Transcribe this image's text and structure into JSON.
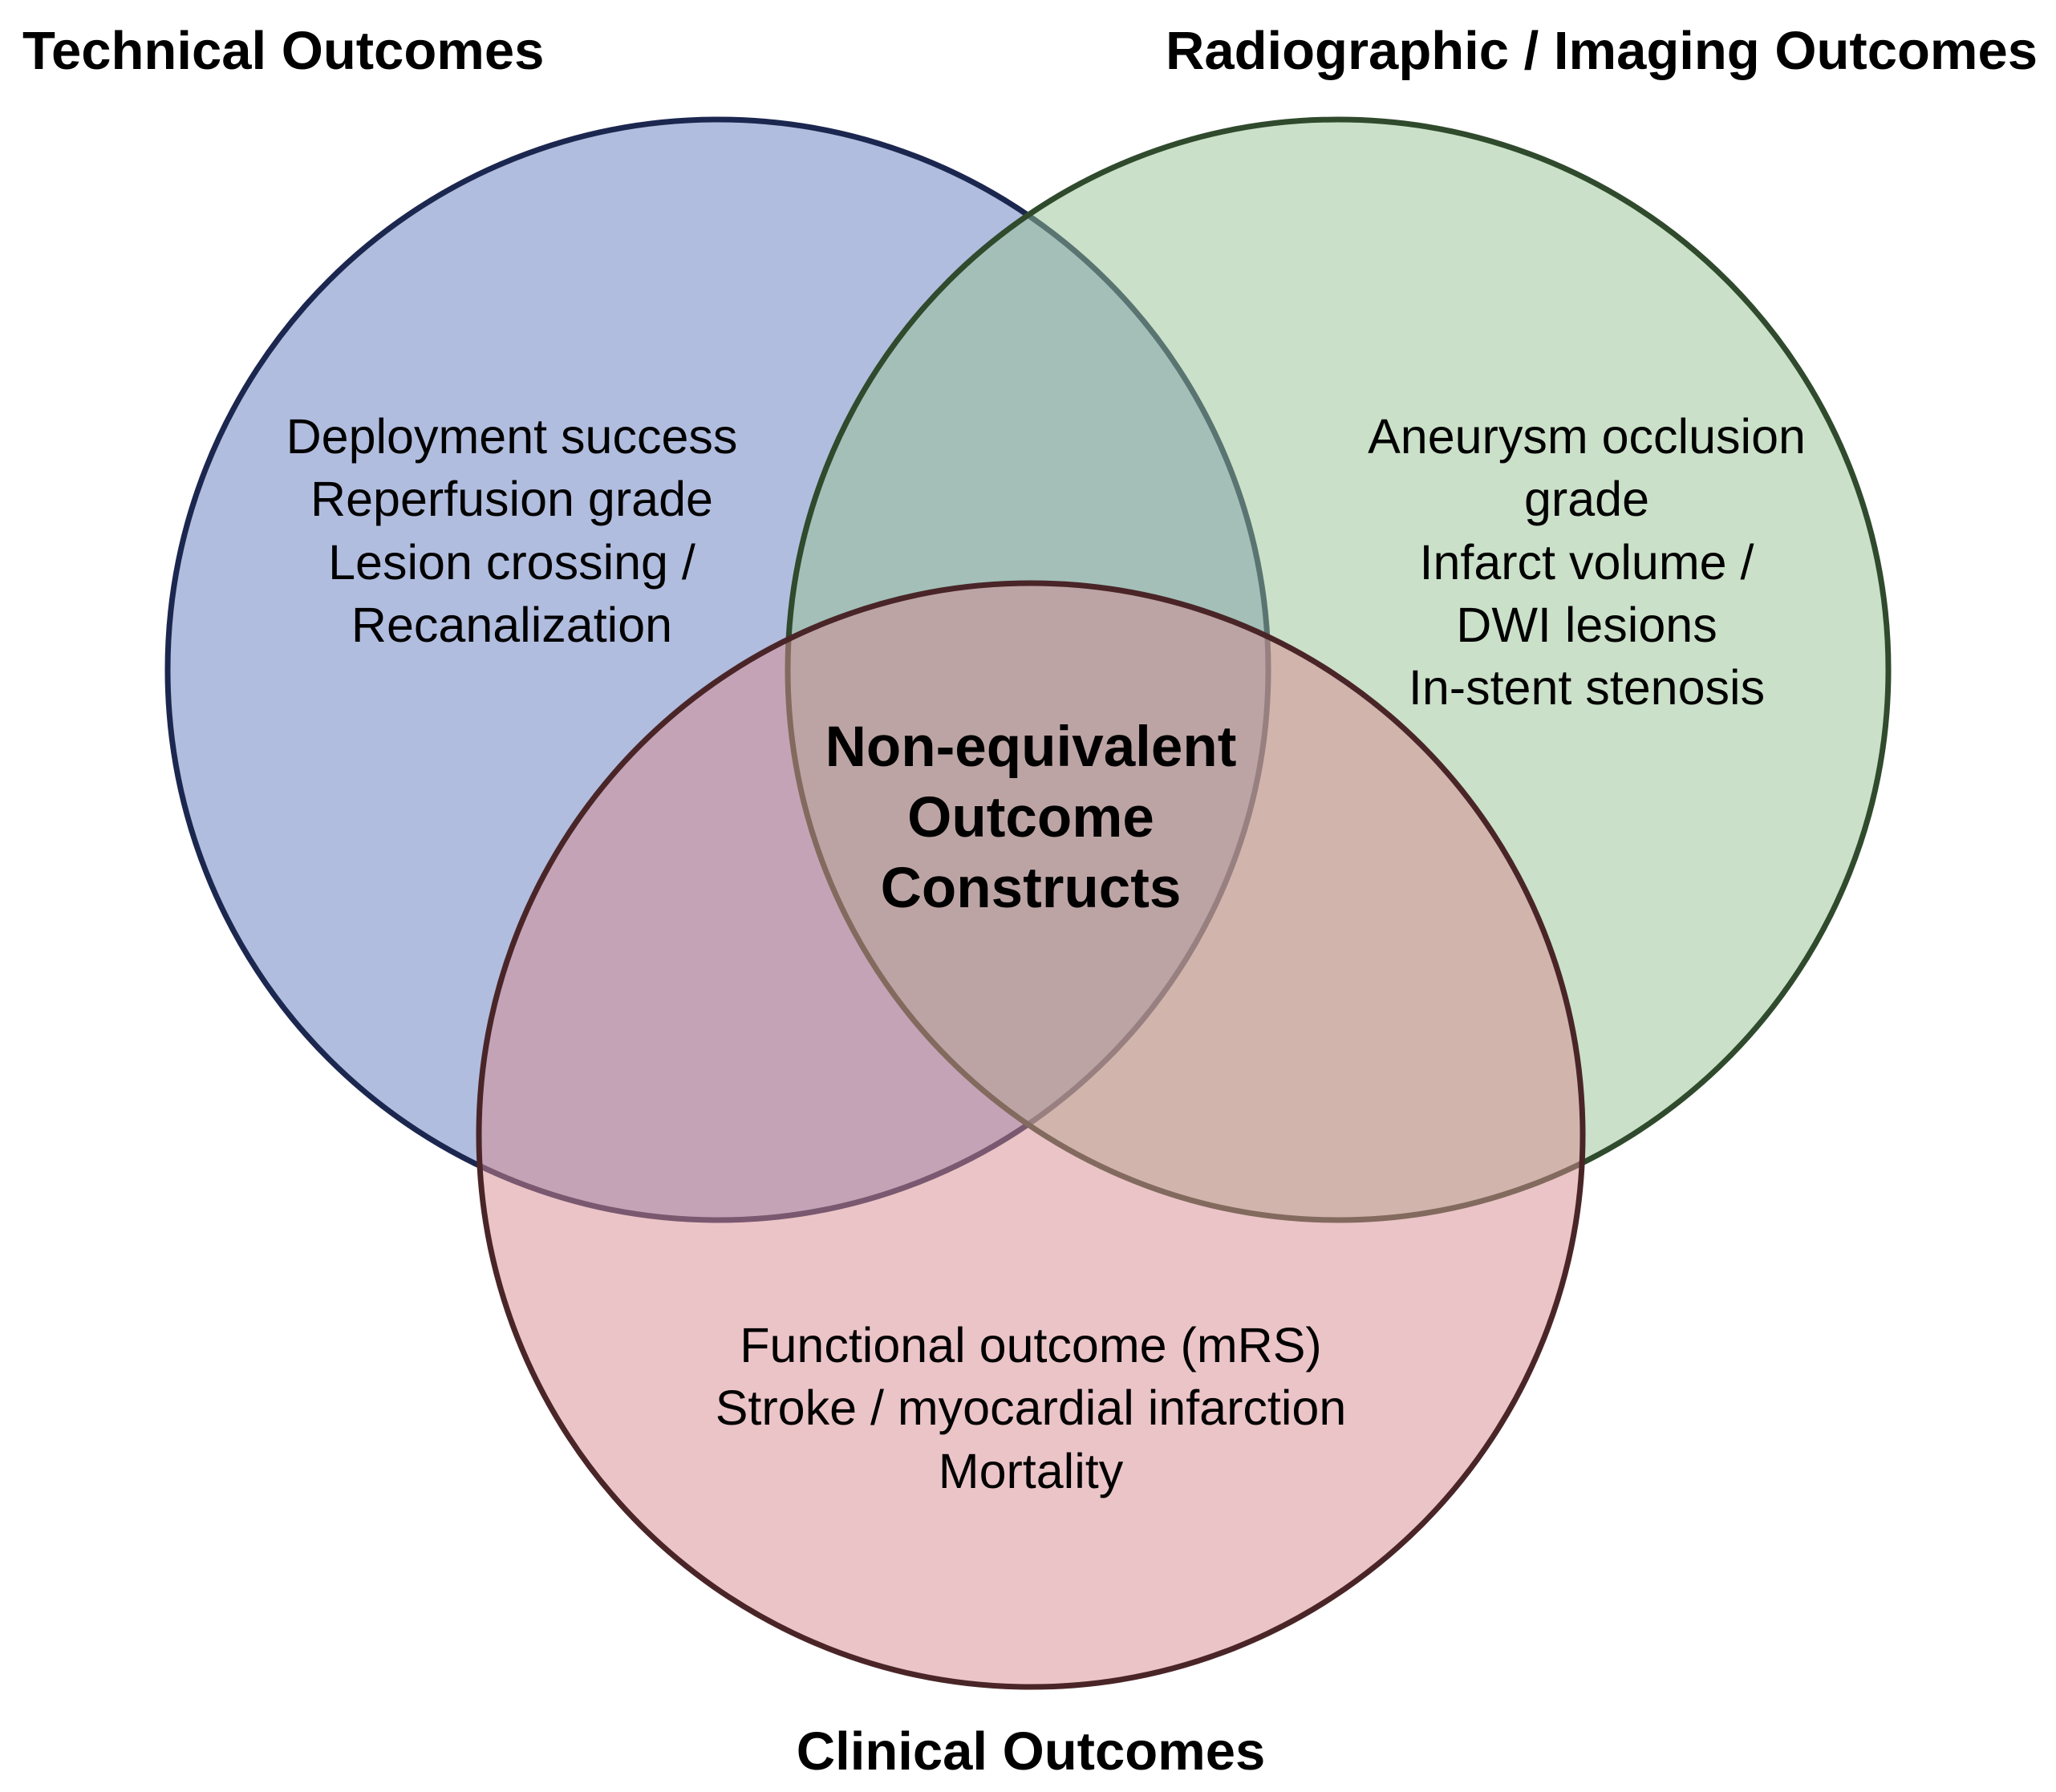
{
  "sets": {
    "technical": {
      "title": "Technical Outcomes",
      "items": [
        "Deployment success",
        "Reperfusion grade",
        "Lesion crossing /",
        "Recanalization"
      ],
      "fill": "#6a80bf",
      "stroke": "#1c2750"
    },
    "imaging": {
      "title": "Radiographic / Imaging Outcomes",
      "items": [
        "Aneurysm occlusion",
        "grade",
        "Infarct volume /",
        "DWI lesions",
        "In-stent stenosis"
      ],
      "fill": "#96c191",
      "stroke": "#2f4a2c"
    },
    "clinical": {
      "title": "Clinical Outcomes",
      "items": [
        "Functional outcome (mRS)",
        "Stroke / myocardial infarction",
        "Mortality"
      ],
      "fill": "#d88a8f",
      "stroke": "#4a2528"
    }
  },
  "center": {
    "lines": [
      "Non-equivalent",
      "Outcome",
      "Constructs"
    ]
  }
}
